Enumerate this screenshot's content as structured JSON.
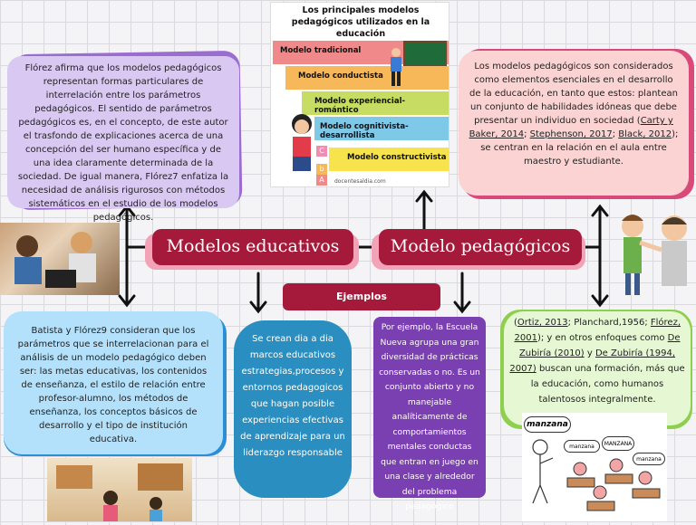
{
  "infographic": {
    "title": "Los principales modelos pedagógicos utilizados en la educación",
    "steps": [
      {
        "label": "Modelo tradicional",
        "color": "#f08a8a"
      },
      {
        "label": "Modelo conductista",
        "color": "#f7b85a"
      },
      {
        "label": "Modelo experiencial-romántico",
        "color": "#c6dc62"
      },
      {
        "label": "Modelo cognitivista-desarrollista",
        "color": "#7ec8e8"
      },
      {
        "label": "Modelo constructivista",
        "color": "#f7e34c"
      }
    ],
    "credit": "docentesaldia.com",
    "blocks": [
      "C",
      "b",
      "A"
    ]
  },
  "nodes": {
    "left": "Modelos educativos",
    "right": "Modelo pedagógicos",
    "examples": "Ejemplos"
  },
  "cards": {
    "florez": "Flórez afirma que los modelos pedagógicos representan formas particulares de interrelación entre los parámetros pedagógicos. El sentido de parámetros pedagógicos es, en el concepto, de este autor el trasfondo de explicaciones acerca de una concepción del ser humano específica y de una idea claramente determinada de la sociedad. De igual manera, Flórez7 enfatiza la necesidad de análisis rigurosos con métodos sistemáticos en el estudio de los modelos pedagógicos.",
    "considered": {
      "before": "Los modelos pedagógicos son considerados como elementos esenciales en el desarrollo de la educación, en tanto que estos: plantean un conjunto de habilidades idóneas que debe presentar un individuo en sociedad (",
      "ref1": "Carty y Baker, 2014",
      "sep1": "; ",
      "ref2": "Stephenson, 2017",
      "sep2": "; ",
      "ref3": "Black, 2012",
      "after": "); se centran en la relación en el aula entre maestro y estudiante."
    },
    "batista": "Batista y Flórez9 consideran que los parámetros que se interrelacionan para el análisis de un modelo pedagógico deben ser: las metas educativas, los contenidos de enseñanza, el estilo de relación entre profesor-alumno, los métodos de enseñanza, los conceptos básicos de desarrollo y el tipo de institución educativa.",
    "created": "Se crean dia a dia marcos educativos estrategias,procesos y entornos pedagogicos que hagan posible experiencias efectivas de aprendizaje para un liderazgo responsable",
    "escuela": "Por ejemplo, la Escuela Nueva agrupa una gran diversidad de prácticas conservadas o no. Es un conjunto abierto y no manejable analíticamente de comportamientos mentales conductas que entran en juego en una clase y alrededor del problema pedagógico",
    "ortiz": {
      "p1": "(",
      "r1": "Ortiz, 2013",
      "p2": "; Planchard,1956; ",
      "r2": "Flórez, 2001",
      "p3": "); y en otros enfoques como ",
      "r3": "De Zubiría (2010)",
      "p4": " y ",
      "r4": "De Zubiría (1994, 2007)",
      "p5": " buscan una formación, más que la educación, como humanos talentosos integralmente."
    }
  },
  "illustration": {
    "bubble1": "manzana",
    "bubble2": "manzana",
    "bubble3": "MANZANA",
    "bubble4": "manzana"
  },
  "colors": {
    "purple_card": "#d9c8f2",
    "purple_edge": "#9b6dd1",
    "pink_card": "#fbd3d3",
    "pink_edge": "#d94a7a",
    "blue_card": "#b3e1fb",
    "blue_edge": "#2c8fd6",
    "teal_card": "#2a8fc0",
    "violet_card": "#7a3fb0",
    "green_card": "#e6f8d3",
    "green_edge": "#8fcf4e",
    "node": "#a51a3a"
  }
}
